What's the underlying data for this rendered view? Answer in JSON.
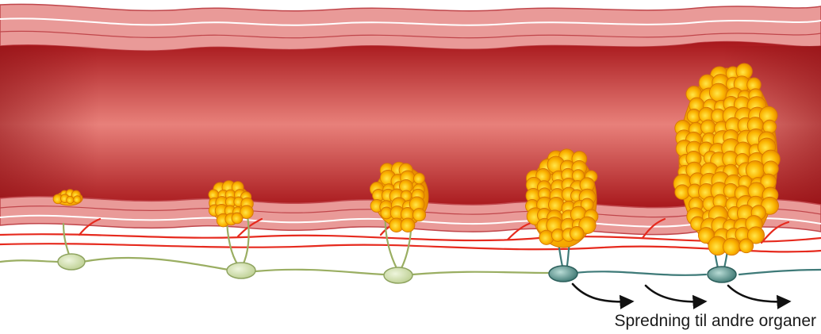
{
  "caption": "Spredning til andre organer",
  "colors": {
    "lumen_dark": "#a8181c",
    "lumen_light": "#e8807a",
    "wall_pink": "#e99a98",
    "wall_line": "#c0464b",
    "vessel_red": "#e62a1e",
    "lymph_vessel": "#9aae62",
    "lymph_node": "#c8d8a2",
    "spread_vessel": "#3e7a78",
    "spread_node": "#3f7f7a",
    "tumor_fill": "#fab000",
    "tumor_edge": "#d77800",
    "arrow": "#111111"
  },
  "icons": {
    "tumor": "tumor-cluster-icon",
    "lymph_node": "lymph-node-icon",
    "arrow": "spread-arrow-icon"
  },
  "stages": [
    {
      "stage": 1,
      "spread": false
    },
    {
      "stage": 2,
      "spread": false
    },
    {
      "stage": 3,
      "spread": false
    },
    {
      "stage": 4,
      "spread": true
    },
    {
      "stage": 5,
      "spread": true
    }
  ]
}
